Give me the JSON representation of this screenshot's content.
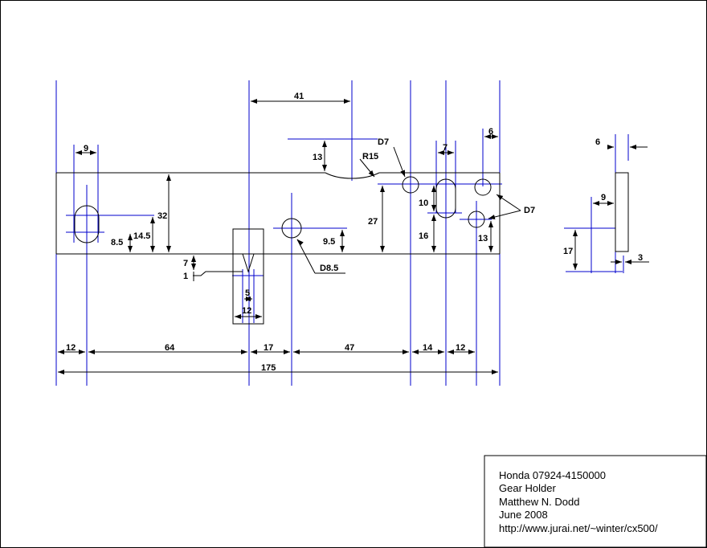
{
  "colors": {
    "construction": "#0000cc",
    "outline": "#000000",
    "background": "#ffffff"
  },
  "dimensions": {
    "d41": "41",
    "d9": "9",
    "d13": "13",
    "r15": "R15",
    "d7_label": "D7",
    "d7_slot": "7",
    "d6": "6",
    "d32": "32",
    "d14_5": "14.5",
    "d8_5": "8.5",
    "d9_5": "9.5",
    "d27": "27",
    "d10": "10",
    "d16": "16",
    "d13_right": "13",
    "d7_label_right": "D7",
    "d7_notch": "7",
    "d1": "1",
    "d5": "5",
    "d12_notch": "12",
    "d8_5_hole": "D8.5",
    "bottom_12a": "12",
    "bottom_64": "64",
    "bottom_17": "17",
    "bottom_47": "47",
    "bottom_14": "14",
    "bottom_12b": "12",
    "bottom_175": "175",
    "side_6": "6",
    "side_9": "9",
    "side_17": "17",
    "side_3": "3"
  },
  "title_block": {
    "line1": "Honda 07924-4150000",
    "line2": "Gear Holder",
    "line3": "Matthew N. Dodd",
    "line4": "June 2008",
    "line5": "http://www.jurai.net/~winter/cx500/"
  }
}
